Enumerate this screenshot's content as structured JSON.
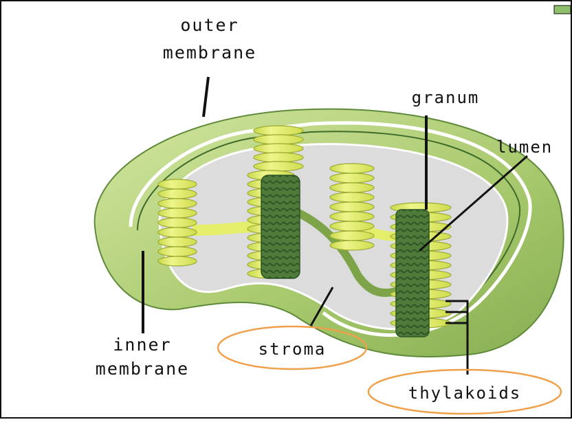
{
  "labels": {
    "outer_membrane_1": "outer",
    "outer_membrane_2": "membrane",
    "granum": "granum",
    "lumen": "lumen",
    "inner_membrane_1": "inner",
    "inner_membrane_2": "membrane",
    "stroma": "stroma",
    "thylakoids": "thylakoids"
  },
  "colors": {
    "frame": "#111111",
    "outer_green": "#b6d47a",
    "outer_green_dark": "#7fa94a",
    "stroma": "#dcdcdc",
    "thylakoid_yellow": "#e4ee6a",
    "thylakoid_dark": "#4e7a3a",
    "highlight_orange": "#f0a04a",
    "corner_accent": "#8fbf6a"
  }
}
